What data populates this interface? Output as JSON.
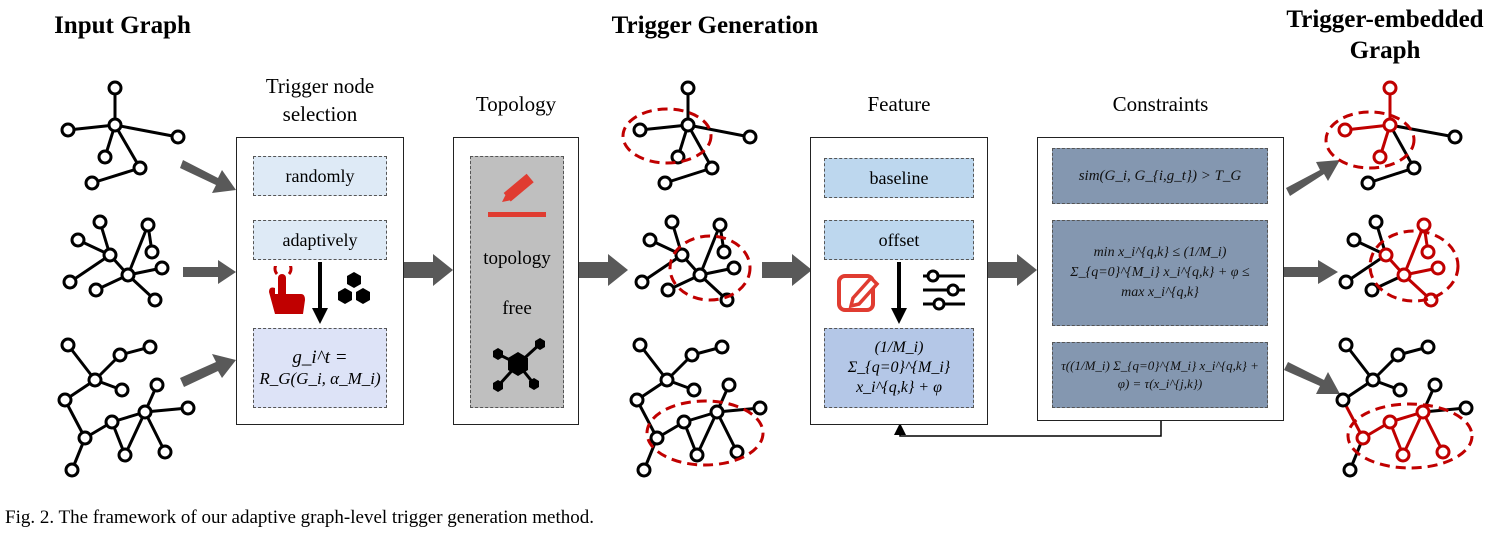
{
  "headings": {
    "input_graph": "Input Graph",
    "trigger_generation": "Trigger Generation",
    "embedded_line1": "Trigger-embedded",
    "embedded_line2": "Graph"
  },
  "panels": {
    "selection": {
      "title_line1": "Trigger node",
      "title_line2": "selection",
      "randomly": "randomly",
      "adaptively": "adaptively",
      "formula_line1": "g_i^t =",
      "formula_line2": "R_G(G_i, α_M_i)"
    },
    "topology": {
      "title": "Topology",
      "text_line1": "topology",
      "text_line2": "free"
    },
    "feature": {
      "title": "Feature",
      "baseline": "baseline",
      "offset": "offset",
      "formula": "(1/M_i) Σ_{q=0}^{M_i} x_i^{q,k} + φ"
    },
    "constraints": {
      "title": "Constraints",
      "c1": "sim(G_i, G_{i,g_t}) > T_G",
      "c2": "min x_i^{q,k} ≤ (1/M_i) Σ_{q=0}^{M_i} x_i^{q,k} + φ ≤ max x_i^{q,k}",
      "c3": "τ((1/M_i) Σ_{q=0}^{M_i} x_i^{q,k} + φ) = τ(x_i^{j,k})"
    }
  },
  "caption": "Fig. 2.  The framework of our adaptive graph-level trigger generation method.",
  "colors": {
    "trigger_red": "#c00000",
    "arrow_grey": "#595959",
    "slate": "#8497b0"
  },
  "icons": [
    "pencil-ruler-icon",
    "tap-hand-icon",
    "hexagon-cluster-icon",
    "edit-square-icon",
    "sliders-icon",
    "molecule-icon"
  ]
}
